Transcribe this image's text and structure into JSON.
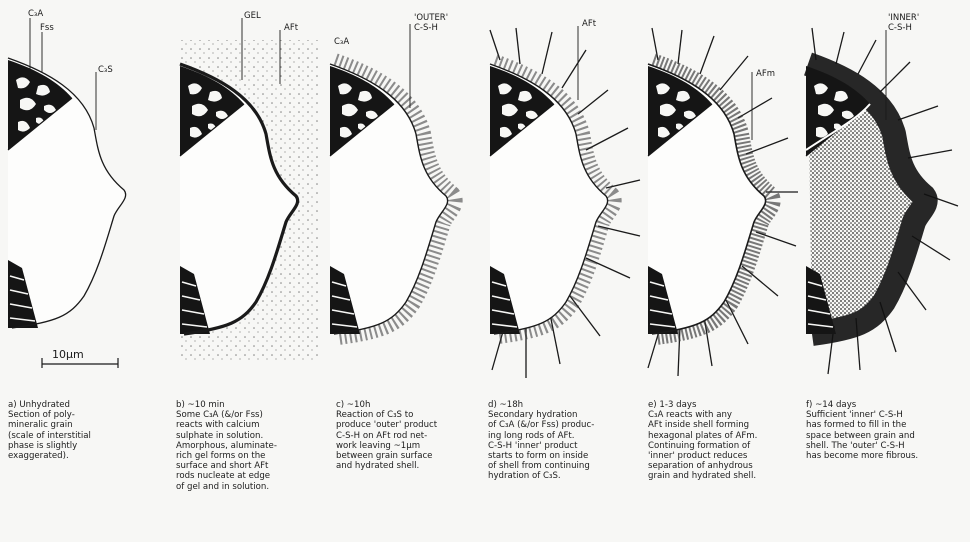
{
  "labels": {
    "a_c3a": "C₃A",
    "a_fss": "Fss",
    "a_c3s": "C₃S",
    "b_gel": "GEL",
    "b_aft": "AFt",
    "c_c3a": "C₃A",
    "c_outer1": "'OUTER'",
    "c_outer2": "C-S-H",
    "d_aft": "AFt",
    "e_afm": "AFm",
    "f_inner1": "'INNER'",
    "f_inner2": "C-S-H"
  },
  "scale_bar": "10μm",
  "captions": [
    "a) Unhydrated\n    Section of poly-\nmineralic grain\n(scale of interstitial\nphase is slightly\nexaggerated).",
    "b) ~10 min\n    Some C₃A (&/or Fss)\nreacts with calcium\nsulphate in solution.\nAmorphous, aluminate-\nrich gel forms on the\nsurface and short AFt\nrods nucleate at edge\nof gel and in solution.",
    "c) ~10h\n    Reaction of C₃S to\nproduce 'outer' product\nC-S-H on AFt rod net-\nwork leaving ~1μm\nbetween grain surface\nand hydrated shell.",
    "d) ~18h\n    Secondary hydration\nof C₃A (&/or Fss) produc-\ning long rods of AFt.\nC-S-H 'inner' product\nstarts to form on inside\nof shell from continuing\nhydration of C₃S.",
    "e) 1-3 days\n    C₃A reacts with any\nAFt inside shell forming\nhexagonal plates of AFm.\nContinuing formation of\n'inner' product reduces\nseparation of anhydrous\ngrain and hydrated shell.",
    "f) ~14 days\n    Sufficient 'inner' C-S-H\nhas formed to fill in the\nspace between grain and\nshell. The 'outer' C-S-H\nhas become more fibrous."
  ]
}
